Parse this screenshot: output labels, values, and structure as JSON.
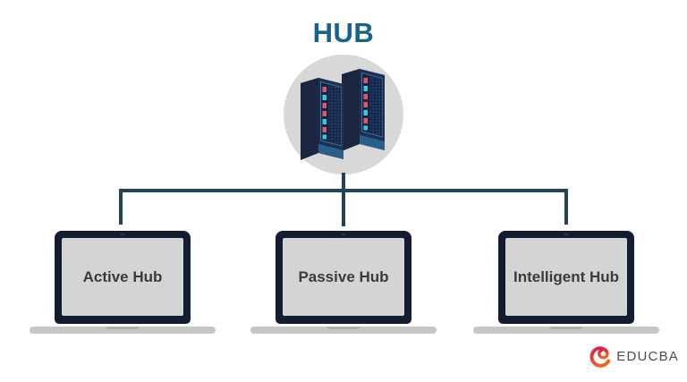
{
  "diagram": {
    "title": "HUB",
    "hub": {
      "label": "HUB",
      "icon": "server-rack-icon"
    },
    "nodes": [
      {
        "label": "Active Hub",
        "icon": "laptop-icon"
      },
      {
        "label": "Passive Hub",
        "icon": "laptop-icon"
      },
      {
        "label": "Intelligent Hub",
        "icon": "laptop-icon"
      }
    ],
    "edges": [
      [
        "HUB",
        "Active Hub"
      ],
      [
        "HUB",
        "Passive Hub"
      ],
      [
        "HUB",
        "Intelligent Hub"
      ]
    ]
  },
  "branding": {
    "logo_text": "EDUCBA",
    "logo_icon": "educba-swirl-icon"
  },
  "colors": {
    "background": "#ffffff",
    "title_blue": "#16628e",
    "connector": "#224456",
    "laptop_frame": "#141c32",
    "laptop_screen": "#d4d4d4",
    "laptop_base": "#c3c7c9",
    "hub_circle": "#d8d8d8",
    "server_navy": "#1b2740",
    "server_panel_border": "#3a6f9e",
    "server_bottom_band": "#2a6088",
    "led_red": "#e25763",
    "led_cyan": "#3ec8d8",
    "label_text": "#3b3b3d",
    "logo_red": "#e0164e",
    "logo_orange": "#f3611f",
    "logo_text_gray": "#4a4b4d"
  }
}
